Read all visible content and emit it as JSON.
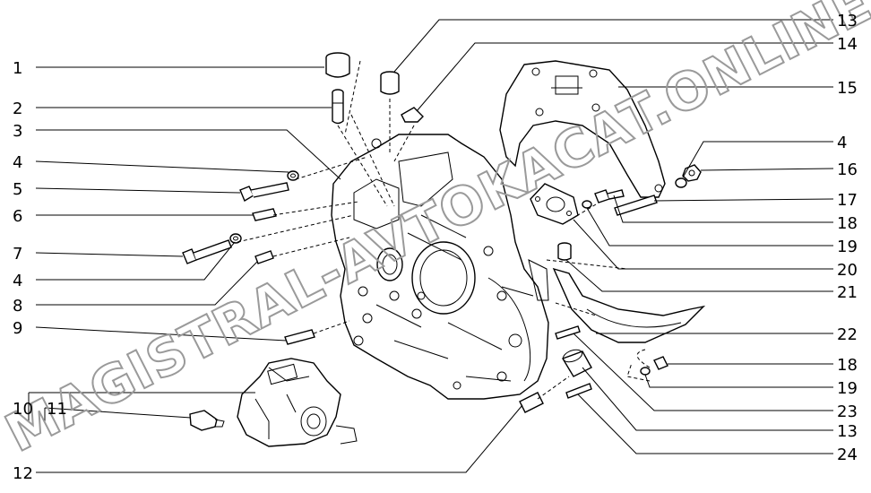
{
  "watermark": {
    "text": "MAGISTRAL-AVTOKACAT.ONLINE",
    "color": "#9a9a9a"
  },
  "callouts": [
    {
      "id": "c1",
      "label": "1"
    },
    {
      "id": "c2",
      "label": "2"
    },
    {
      "id": "c3",
      "label": "3"
    },
    {
      "id": "c4a",
      "label": "4"
    },
    {
      "id": "c5",
      "label": "5"
    },
    {
      "id": "c6",
      "label": "6"
    },
    {
      "id": "c7",
      "label": "7"
    },
    {
      "id": "c4b",
      "label": "4"
    },
    {
      "id": "c8",
      "label": "8"
    },
    {
      "id": "c9",
      "label": "9"
    },
    {
      "id": "c10",
      "label": "10"
    },
    {
      "id": "c11",
      "label": "11"
    },
    {
      "id": "c12",
      "label": "12"
    },
    {
      "id": "c13a",
      "label": "13"
    },
    {
      "id": "c14",
      "label": "14"
    },
    {
      "id": "c15",
      "label": "15"
    },
    {
      "id": "c4c",
      "label": "4"
    },
    {
      "id": "c16",
      "label": "16"
    },
    {
      "id": "c17",
      "label": "17"
    },
    {
      "id": "c18a",
      "label": "18"
    },
    {
      "id": "c19a",
      "label": "19"
    },
    {
      "id": "c20",
      "label": "20"
    },
    {
      "id": "c21",
      "label": "21"
    },
    {
      "id": "c22",
      "label": "22"
    },
    {
      "id": "c18b",
      "label": "18"
    },
    {
      "id": "c19b",
      "label": "19"
    },
    {
      "id": "c23",
      "label": "23"
    },
    {
      "id": "c13b",
      "label": "13"
    },
    {
      "id": "c24",
      "label": "24"
    }
  ]
}
